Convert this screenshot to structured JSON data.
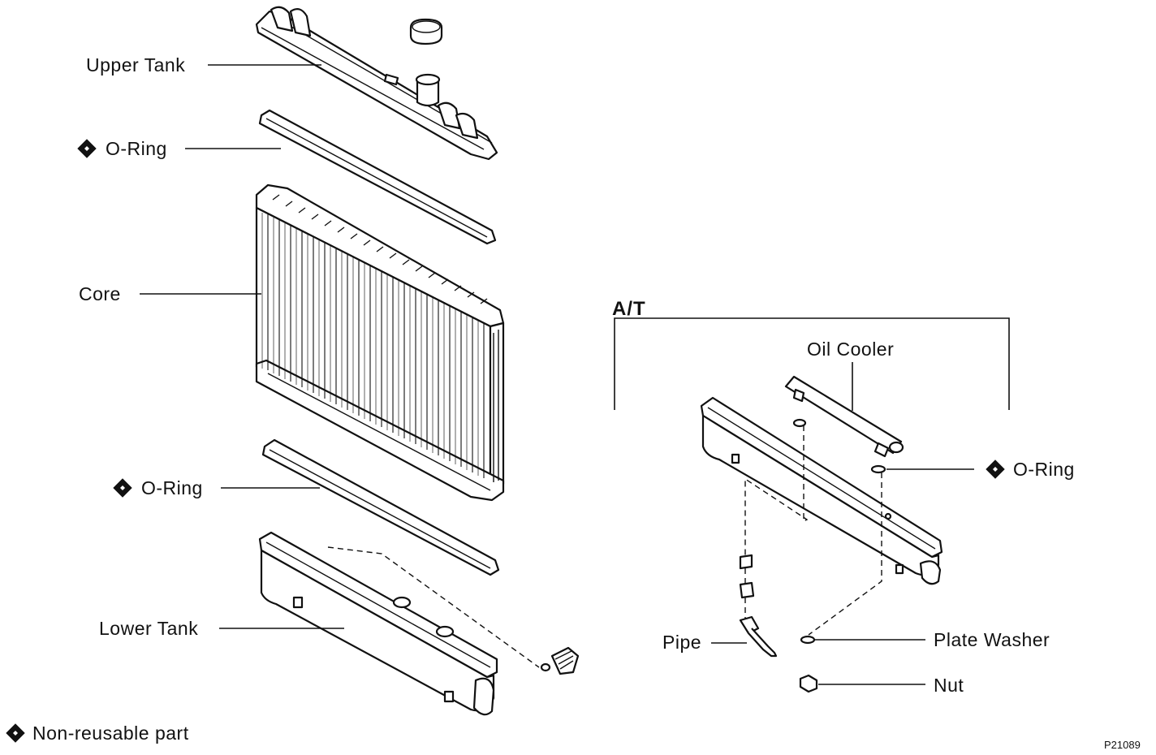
{
  "labels": {
    "upper_tank": "Upper Tank",
    "o_ring_upper": "O-Ring",
    "core": "Core",
    "o_ring_lower": "O-Ring",
    "lower_tank": "Lower Tank",
    "at_title": "A/T",
    "oil_cooler": "Oil Cooler",
    "o_ring_at": "O-Ring",
    "pipe": "Pipe",
    "plate_washer": "Plate Washer",
    "nut": "Nut"
  },
  "legend": {
    "non_reusable": "Non-reusable part"
  },
  "figure_code": "P21089"
}
